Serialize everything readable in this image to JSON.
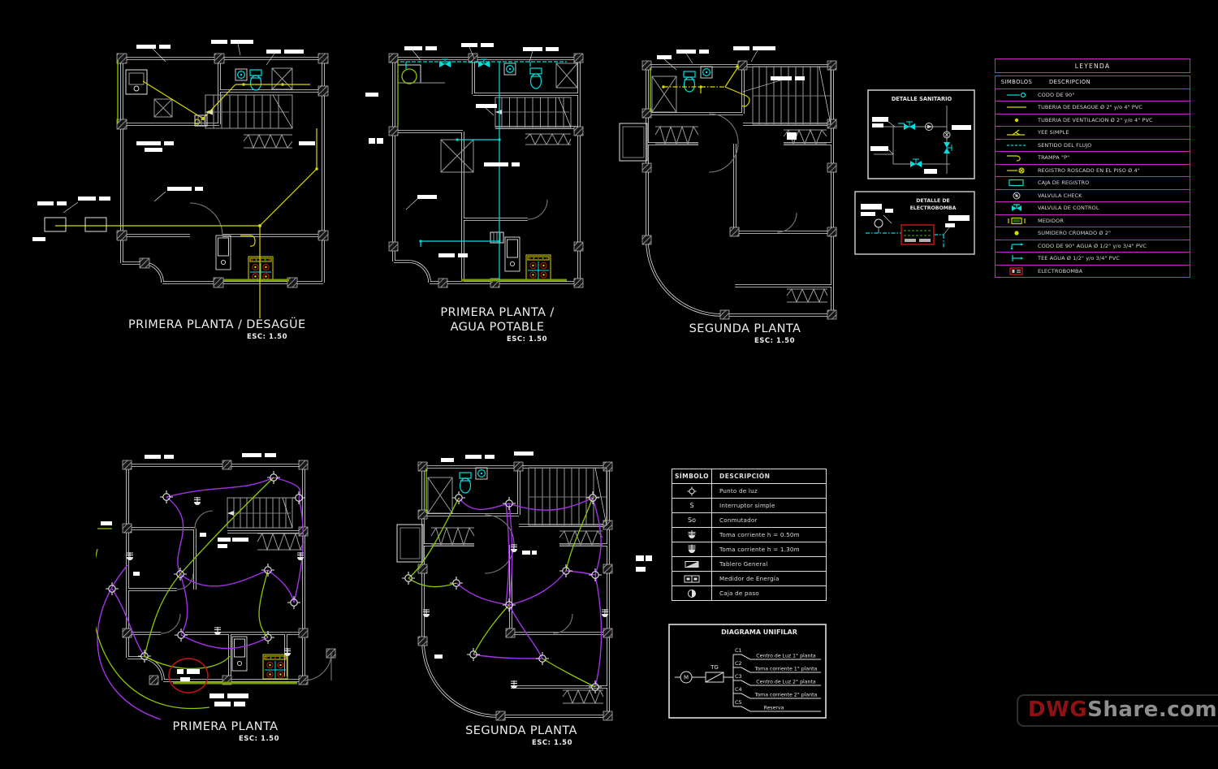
{
  "window": {
    "background": "#000000"
  },
  "plans": {
    "p1": {
      "title": "PRIMERA PLANTA / DESAGÜE",
      "scale": "ESC: 1.50"
    },
    "p2": {
      "title_line1": "PRIMERA PLANTA /",
      "title_line2": "AGUA POTABLE",
      "scale": "ESC: 1.50"
    },
    "p3": {
      "title": "SEGUNDA PLANTA",
      "scale": "ESC: 1.50"
    },
    "p4": {
      "title": "PRIMERA PLANTA",
      "scale": "ESC: 1.50"
    },
    "p5": {
      "title": "SEGUNDA PLANTA",
      "scale": "ESC: 1.50"
    }
  },
  "details": {
    "sanitario": {
      "title": "DETALLE SANITARIO"
    },
    "electrobomba": {
      "title_line1": "DETALLE DE",
      "title_line2": "ELECTROBOMBA"
    }
  },
  "legend": {
    "title": "LEYENDA",
    "col_symbols": "SIMBOLOS",
    "col_desc": "DESCRIPCION",
    "rows": [
      {
        "symbol": "codo-90-icon",
        "desc": "CODO DE 90°"
      },
      {
        "symbol": "tuberia-desague-icon",
        "desc": "TUBERIA DE DESAGUE Ø 2\" y/o 4\" PVC"
      },
      {
        "symbol": "tuberia-ventilacion-icon",
        "desc": "TUBERIA DE VENTILACION Ø 2\" y/o 4\" PVC"
      },
      {
        "symbol": "yee-simple-icon",
        "desc": "YEE SIMPLE"
      },
      {
        "symbol": "sentido-flujo-icon",
        "desc": "SENTIDO DEL FLUJO"
      },
      {
        "symbol": "trampa-p-icon",
        "desc": "TRAMPA \"P\""
      },
      {
        "symbol": "registro-roscado-icon",
        "desc": "REGISTRO ROSCADO EN EL PISO Ø 4\""
      },
      {
        "symbol": "caja-registro-icon",
        "desc": "CAJA DE REGISTRO"
      },
      {
        "symbol": "valvula-check-icon",
        "desc": "VALVULA CHECK"
      },
      {
        "symbol": "valvula-control-icon",
        "desc": "VALVULA DE CONTROL"
      },
      {
        "symbol": "medidor-icon",
        "desc": "MEDIDOR"
      },
      {
        "symbol": "sumidero-icon",
        "desc": "SUMIDERO CROMADO Ø 2\""
      },
      {
        "symbol": "codo-90-agua-icon",
        "desc": "CODO DE 90° AGUA Ø 1/2\" y/o 3/4\" PVC"
      },
      {
        "symbol": "tee-agua-icon",
        "desc": "TEE AGUA Ø 1/2\" y/o 3/4\" PVC"
      },
      {
        "symbol": "electrobomba-icon",
        "desc": "ELECTROBOMBA"
      }
    ]
  },
  "electrical_legend": {
    "col_symbol": "SÍMBOLO",
    "col_desc": "DESCRIPCIÓN",
    "rows": [
      {
        "desc": "Punto de luz"
      },
      {
        "symbol_text": "S",
        "desc": "Interruptor simple"
      },
      {
        "symbol_text": "So",
        "desc": "Conmutador"
      },
      {
        "desc": "Toma corriente h = 0.50m"
      },
      {
        "desc": "Toma corriente h = 1.30m"
      },
      {
        "desc": "Tablero General"
      },
      {
        "desc": "Medidor de Energía"
      },
      {
        "desc": "Caja de paso"
      }
    ]
  },
  "unifilar": {
    "title": "DIAGRAMA UNIFILAR",
    "m_label": "M",
    "tg_label": "TG",
    "circuits": [
      {
        "code": "C1",
        "label": "Centro de Luz 1° planta"
      },
      {
        "code": "C2",
        "label": "Toma corriente 1° planta"
      },
      {
        "code": "C3",
        "label": "Centro de Luz 2° planta"
      },
      {
        "code": "C4",
        "label": "Toma corriente 2° planta"
      },
      {
        "code": "C5",
        "label": "Reserva"
      }
    ]
  },
  "watermark": {
    "part1": "DWG",
    "part2": "Share.com"
  },
  "colors": {
    "pipe_yellow": "#d8d800",
    "pipe_cyan": "#00dede",
    "wire_purple": "#a433e8",
    "wire_green": "#8fc800",
    "legend_border": "#c428c4",
    "annotation_red": "#c41414",
    "watermark_red": "#8e1212",
    "watermark_gray": "#8f8f8f"
  }
}
